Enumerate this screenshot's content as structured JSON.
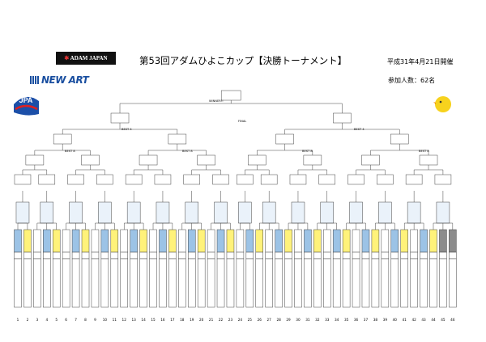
{
  "header": {
    "logo_adam_text": "ADAM JAPAN",
    "logo_newart_text": "NEW ART",
    "logo_jpa_text": "JPA",
    "title": "第53回アダムひよこカップ【決勝トーナメント】",
    "date": "平成31年4月21日開催",
    "participants": "参加人数：62名"
  },
  "rounds": {
    "winner": "WINNER!!",
    "final": "FINAL",
    "best4": "BEST 4",
    "best8": "BEST 8"
  },
  "entry_numbers": [
    "1",
    "2",
    "3",
    "4",
    "5",
    "6",
    "7",
    "8",
    "9",
    "10",
    "11",
    "12",
    "13",
    "14",
    "15",
    "16",
    "17",
    "18",
    "19",
    "20",
    "21",
    "22",
    "23",
    "24",
    "25",
    "26",
    "27",
    "28",
    "29",
    "30",
    "31",
    "32",
    "33",
    "34",
    "35",
    "36",
    "37",
    "38",
    "39",
    "40",
    "41",
    "42",
    "43",
    "44",
    "45",
    "46"
  ],
  "colors": {
    "blue": "#9cc3e6",
    "yellow": "#fff27a",
    "gray": "#8c8c8c",
    "box_fill": "#eaf2fa",
    "line": "#444444"
  }
}
